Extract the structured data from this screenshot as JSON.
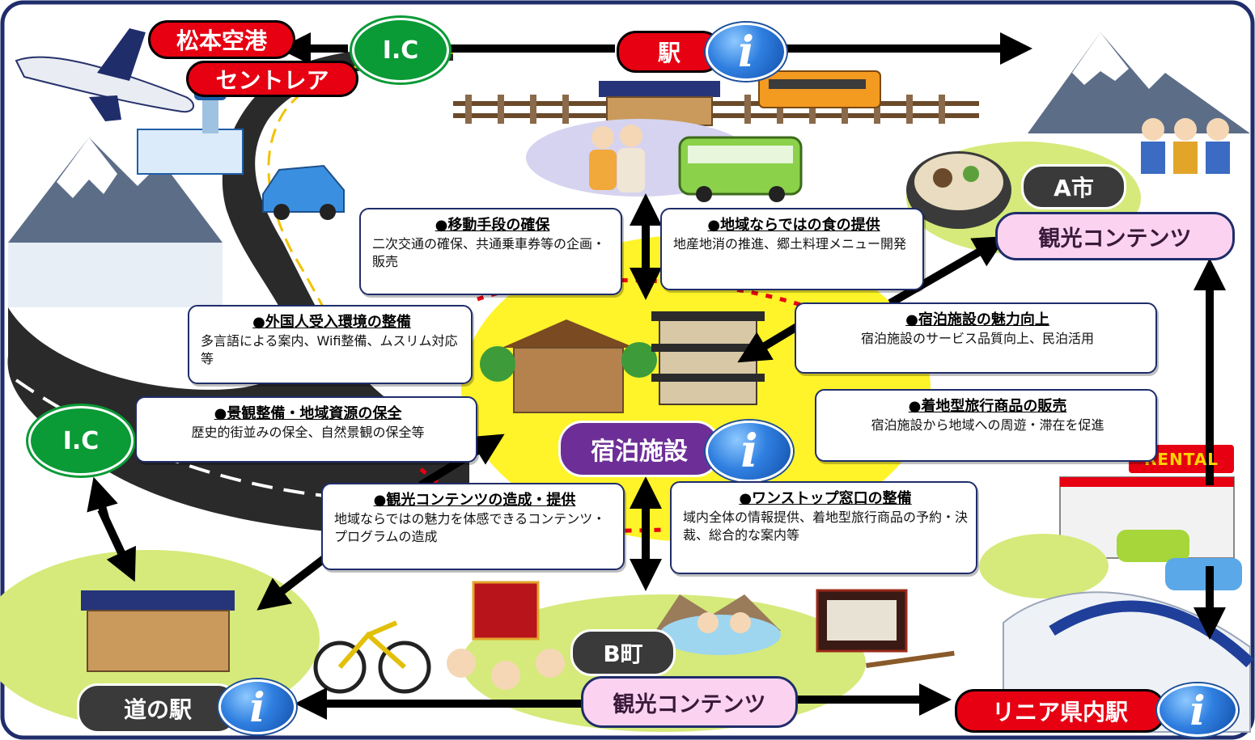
{
  "nodes": {
    "matsumoto_airport": "松本空港",
    "centrair": "セントレア",
    "ic_top": "I.C",
    "station": "駅",
    "ic_left": "I.C",
    "a_city": "A市",
    "tourism_a": "観光コンテンツ",
    "lodging": "宿泊施設",
    "b_town": "B町",
    "tourism_b": "観光コンテンツ",
    "michinoeki": "道の駅",
    "linear_station": "リニア県内駅",
    "rental_sign": "RENTAL"
  },
  "info_icon": "i",
  "boxes": {
    "transport": {
      "title": "●移動手段の確保",
      "body": "二次交通の確保、共通乗車券等の企画・販売"
    },
    "food": {
      "title": "●地域ならではの食の提供",
      "body": "地産地消の推進、郷土料理メニュー開発"
    },
    "foreign": {
      "title": "●外国人受入環境の整備",
      "body": "多言語による案内、Wifi整備、ムスリム対応等"
    },
    "lodging_appeal": {
      "title": "●宿泊施設の魅力向上",
      "body": "宿泊施設のサービス品質向上、民泊活用"
    },
    "landscape": {
      "title": "●景観整備・地域資源の保全",
      "body": "歴史的街並みの保全、自然景観の保全等"
    },
    "travel_products": {
      "title": "●着地型旅行商品の販売",
      "body": "宿泊施設から地域への周遊・滞在を促進"
    },
    "tourism_creation": {
      "title": "●観光コンテンツの造成・提供",
      "body": "地域ならではの魅力を体感できるコンテンツ・プログラムの造成"
    },
    "one_stop": {
      "title": "●ワンストップ窓口の整備",
      "body": "域内全体の情報提供、着地型旅行商品の予約・決裁、総合的な案内等"
    }
  },
  "colors": {
    "frame": "#1f2d6b",
    "red_label": "#e60012",
    "green_label": "#0a9a36",
    "gray_label": "#3a3a3a",
    "pink_label": "#fbd3f0",
    "purple_label": "#6d2f97",
    "yellow_area": "#fff32a",
    "green_area": "#e3f28c",
    "info_blue": "#2f7fe0"
  },
  "illustrations": [
    "airplane-icon",
    "airport-terminal-icon",
    "mountain-icon",
    "road-icon",
    "car-icon",
    "railway-track-icon",
    "station-building-icon",
    "train-icon",
    "bus-icon",
    "tourists-icon",
    "nabe-hotpot-icon",
    "farmers-icon",
    "log-house-icon",
    "ryokan-icon",
    "rental-shop-icon",
    "rental-cars-icon",
    "linear-train-icon",
    "roadside-station-icon",
    "bicycle-icon",
    "mikoshi-festival-icon",
    "hot-spring-icon",
    "soba-icon"
  ]
}
